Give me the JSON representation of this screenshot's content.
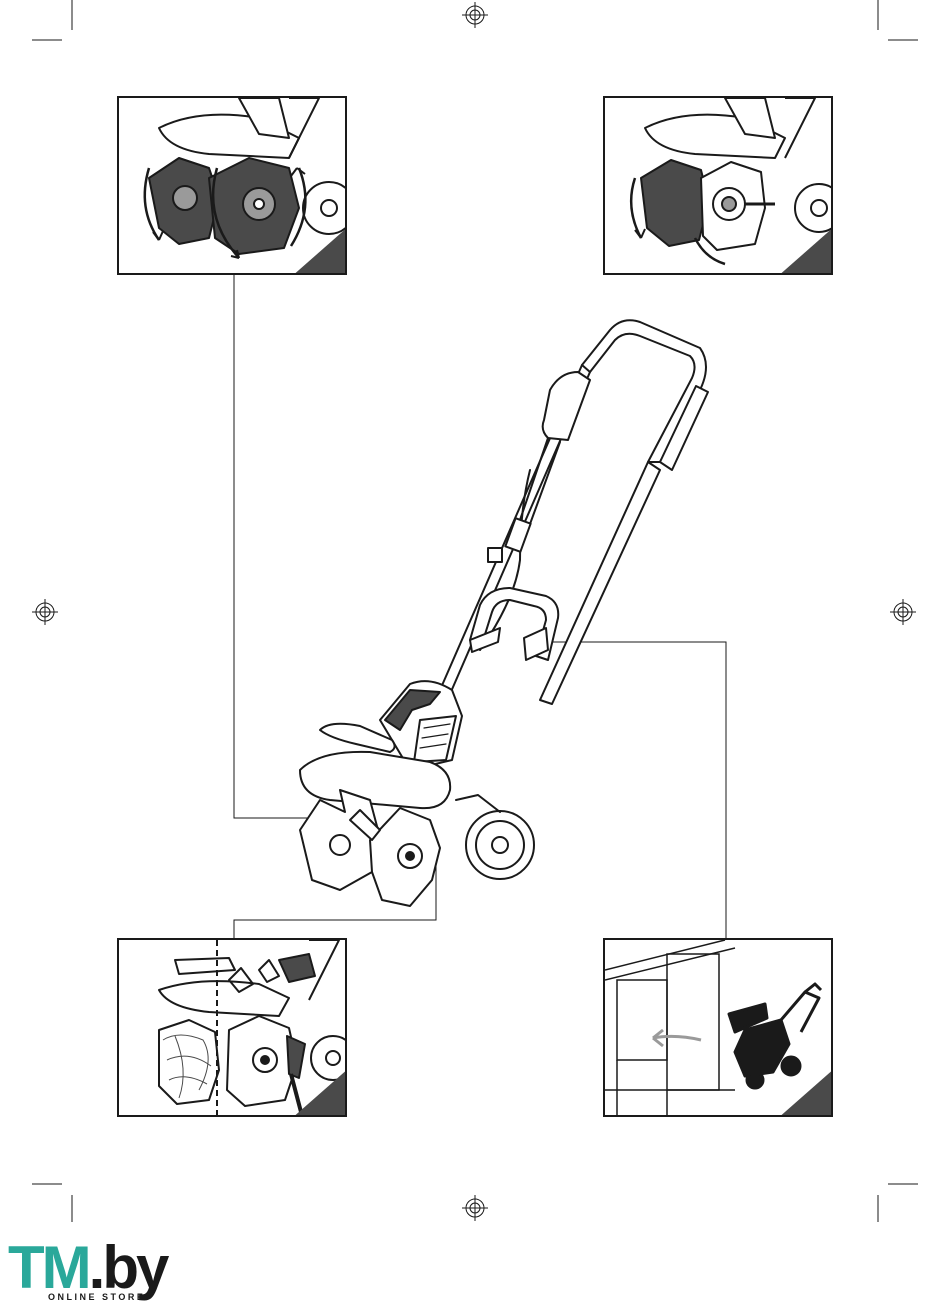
{
  "logo": {
    "brand_part1": "TM",
    "brand_dot": ".",
    "brand_part2": "by",
    "tagline": "ONLINE STORE",
    "brand_color": "#2aa89a"
  },
  "colors": {
    "line": "#1a1a1a",
    "shade": "#4a4a4a",
    "light_shade": "#9a9a9a"
  },
  "panels": [
    {
      "id": "tines-rotation",
      "icon": "tine-rotation-icon"
    },
    {
      "id": "tines-removal",
      "icon": "tine-removal-icon"
    },
    {
      "id": "tines-cleaning",
      "icon": "tine-cleaning-icon"
    },
    {
      "id": "storage",
      "icon": "storage-icon"
    }
  ],
  "marks": {
    "crop_marks": true,
    "registration_marks": 4
  }
}
